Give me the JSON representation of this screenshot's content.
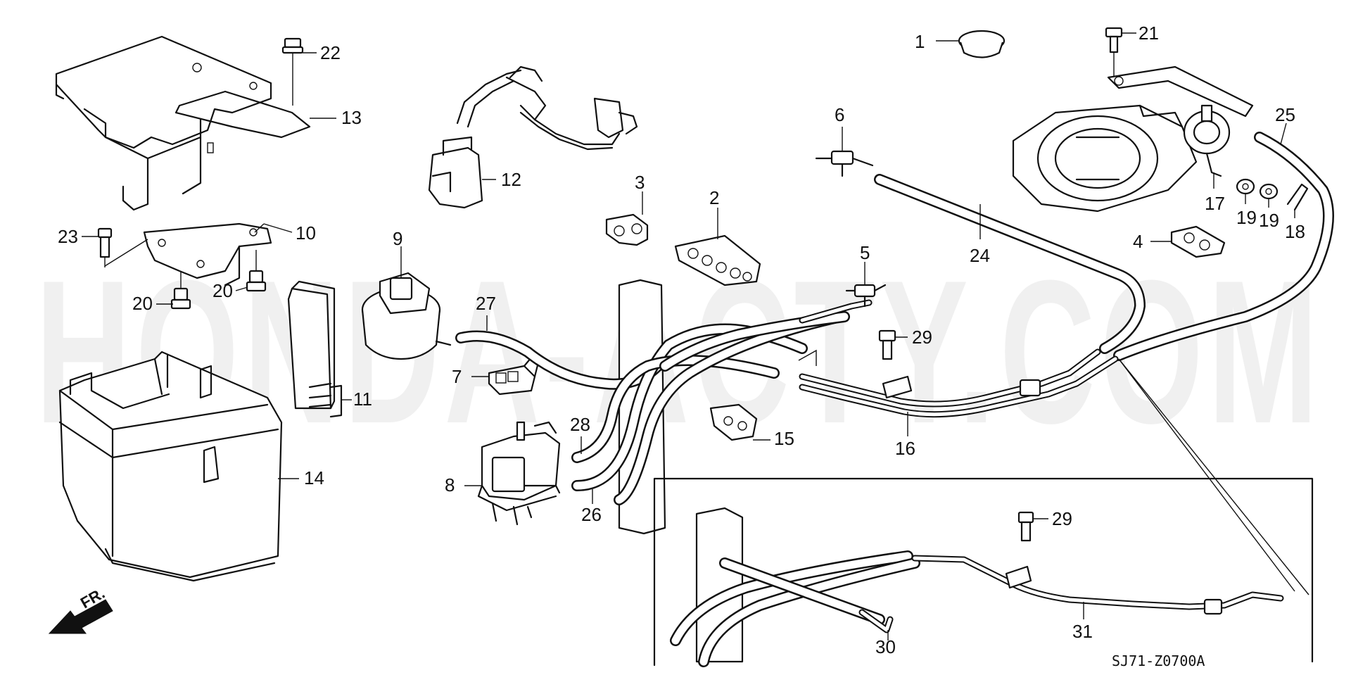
{
  "watermark": "HONDA-ACTY.COM",
  "diagram_code": "SJ71-Z0700A",
  "front_marker": "FR.",
  "labels": {
    "p1": "1",
    "p2": "2",
    "p3": "3",
    "p4": "4",
    "p5": "5",
    "p6": "6",
    "p7": "7",
    "p8": "8",
    "p9": "9",
    "p10": "10",
    "p11": "11",
    "p12": "12",
    "p13": "13",
    "p14": "14",
    "p15": "15",
    "p16": "16",
    "p17": "17",
    "p18": "18",
    "p19a": "19",
    "p19b": "19",
    "p20a": "20",
    "p20b": "20",
    "p21": "21",
    "p22": "22",
    "p23": "23",
    "p24": "24",
    "p25": "25",
    "p26": "26",
    "p27": "27",
    "p28": "28",
    "p29a": "29",
    "p29b": "29",
    "p30": "30",
    "p31": "31"
  }
}
